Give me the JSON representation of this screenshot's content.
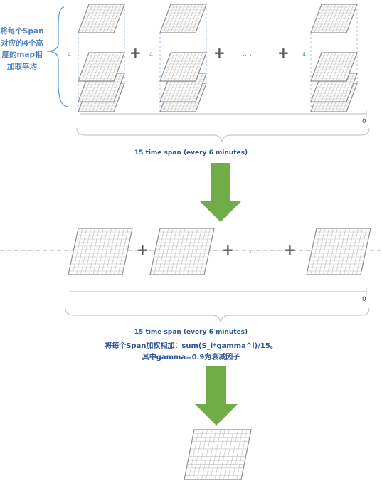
{
  "side_note": "将每个Span对应的4个高度的map相加取平均",
  "stack_label": "4",
  "plus_sign": "+",
  "ellipsis": "……",
  "axis_zero": "0",
  "stage1_caption": "15 time span (every 6 minutes)",
  "stage2_caption": "15 time span (every 6 minutes)",
  "stage2_formula": "将每个Span加权相加：sum(S_i*gamma^i)/15。",
  "stage2_gamma_note": "其中gamma=0.9为衰减因子",
  "colors": {
    "grid_line": "#bdbdbd",
    "plane_border": "#8c8c8c",
    "dashed_guides": "#9dc3e6",
    "arrow_fill": "#70ad47",
    "brace": "#c8c8c8",
    "side_brace": "#5b9bd5",
    "text_blue": "#2f5597"
  }
}
